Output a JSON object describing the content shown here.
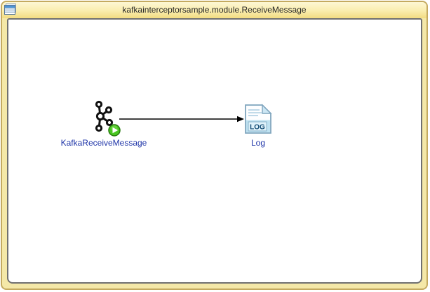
{
  "window": {
    "title": "kafkainterceptorsample.module.ReceiveMessage",
    "titlebar_icon": "table-icon"
  },
  "colors": {
    "titlebar_gradient_top": "#FDF7D3",
    "titlebar_gradient_bottom": "#F2DC82",
    "window_border": "#C4AA60",
    "window_background": "#F4E8A8",
    "canvas_background": "#FFFFFF",
    "canvas_border": "#707070",
    "node_label_blue": "#1F35A8",
    "edge_black": "#000000",
    "play_badge_green": "#49C621",
    "log_icon_body_blue": "#BFE2F1",
    "log_icon_border_blue": "#7FA5BE"
  },
  "diagram": {
    "nodes": [
      {
        "label": "KafkaReceiveMessage",
        "icon": "kafka-logo-icon",
        "badge": "play-badge-icon"
      },
      {
        "label": "Log",
        "icon": "log-document-icon",
        "icon_text": "LOG"
      }
    ],
    "edges": [
      {
        "from": "KafkaReceiveMessage",
        "to": "Log",
        "style": "solid-arrow"
      }
    ]
  }
}
